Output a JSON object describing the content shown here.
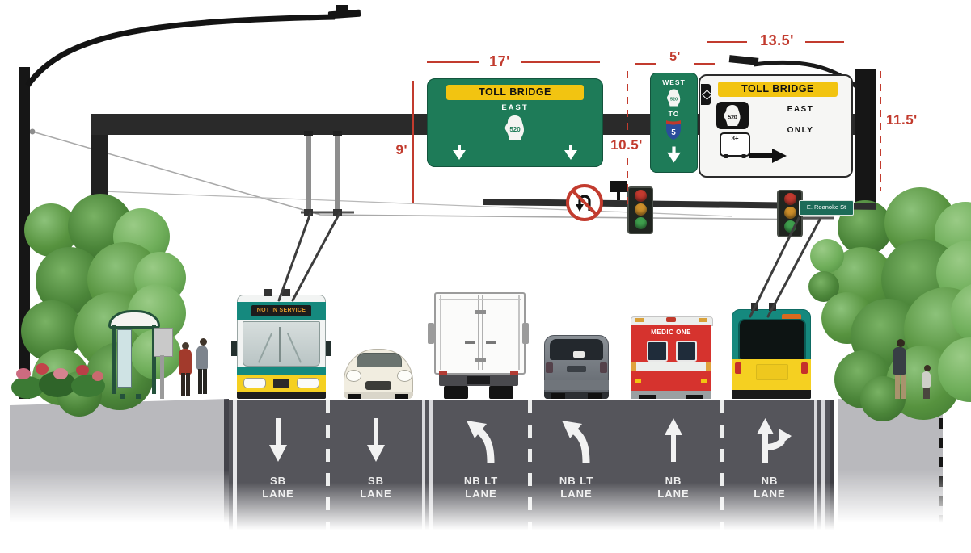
{
  "dims": {
    "main_sign_width": "17'",
    "main_sign_height": "9'",
    "west_sign_width": "5'",
    "signal_height": "10.5'",
    "side_sign_width": "13.5'",
    "side_sign_height": "11.5'"
  },
  "signs": {
    "main": {
      "banner": "TOLL BRIDGE",
      "direction": "EAST",
      "route": "520"
    },
    "west": {
      "top": "WEST",
      "route": "520",
      "mid": "TO",
      "interstate": "5"
    },
    "side": {
      "banner": "TOLL BRIDGE",
      "route": "520",
      "direction": "EAST",
      "occupancy": "3+",
      "restriction": "ONLY"
    },
    "street_name": "E. Roanoke St"
  },
  "vehicles": {
    "trolleybus_headsign": "NOT IN SERVICE",
    "ambulance_label": "MEDIC ONE"
  },
  "lanes": [
    {
      "dir": "SB",
      "type": "LANE",
      "arrow": "down"
    },
    {
      "dir": "SB",
      "type": "LANE",
      "arrow": "down"
    },
    {
      "dir": "NB LT",
      "type": "LANE",
      "arrow": "left-turn"
    },
    {
      "dir": "NB LT",
      "type": "LANE",
      "arrow": "left-turn"
    },
    {
      "dir": "NB",
      "type": "LANE",
      "arrow": "up"
    },
    {
      "dir": "NB",
      "type": "LANE",
      "arrow": "up-right"
    }
  ],
  "colors": {
    "dimension_red": "#c23b2e",
    "sign_green": "#1e7b58",
    "banner_yellow": "#f2c411",
    "road_gray": "#55555b",
    "bus_teal": "#15897e",
    "bus_yellow": "#f5d021",
    "ambulance_red": "#d6332e"
  }
}
